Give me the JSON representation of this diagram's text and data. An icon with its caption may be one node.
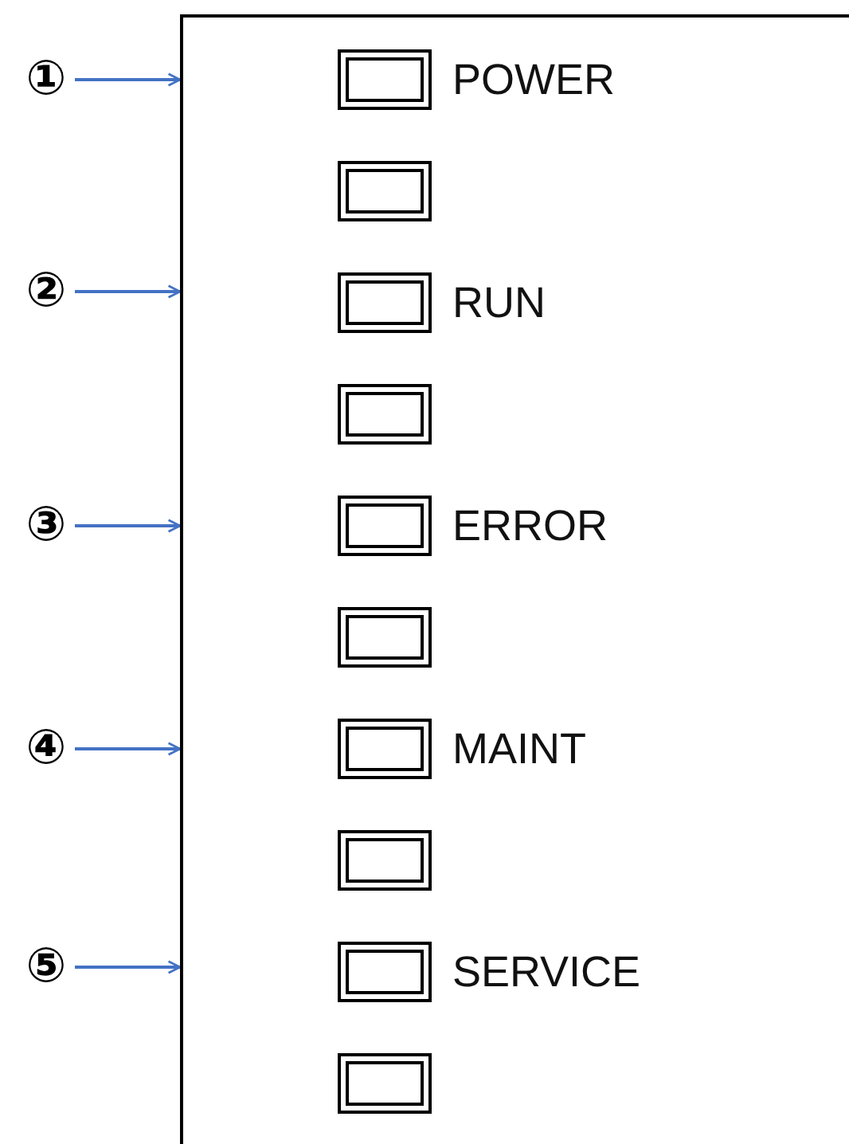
{
  "diagram": {
    "nodes": [
      {
        "text": [],
        "shape": "box"
      },
      {
        "text": [],
        "shape": "box",
        "in": 0,
        "beside": [
          "POWER"
        ]
      },
      {
        "text": [],
        "shape": "box",
        "in": 0
      },
      {
        "text": [],
        "shape": "box",
        "in": 0,
        "beside": [
          "RUN"
        ]
      },
      {
        "text": [],
        "shape": "box",
        "in": 0
      },
      {
        "text": [],
        "shape": "box",
        "in": 0,
        "beside": [
          "ERROR"
        ]
      },
      {
        "text": [],
        "shape": "box",
        "in": 0
      },
      {
        "text": [],
        "shape": "box",
        "in": 0,
        "beside": [
          "MAINT"
        ]
      },
      {
        "text": [],
        "shape": "box",
        "in": 0
      },
      {
        "text": [],
        "shape": "box",
        "in": 0,
        "beside": [
          "SERVICE"
        ]
      },
      {
        "text": [],
        "shape": "box",
        "in": 0
      },
      {
        "text": [
          "①"
        ]
      },
      {
        "text": [
          "②"
        ]
      },
      {
        "text": [
          "③"
        ]
      },
      {
        "text": [
          "④"
        ]
      },
      {
        "text": [
          "⑤"
        ]
      }
    ],
    "edges": [
      {
        "from": 11,
        "to": 0,
        "arrow": "to"
      },
      {
        "from": 12,
        "to": 0,
        "arrow": "to"
      },
      {
        "from": 13,
        "to": 0,
        "arrow": "to"
      },
      {
        "from": 14,
        "to": 0,
        "arrow": "to"
      },
      {
        "from": 15,
        "to": 0,
        "arrow": "to"
      }
    ]
  }
}
